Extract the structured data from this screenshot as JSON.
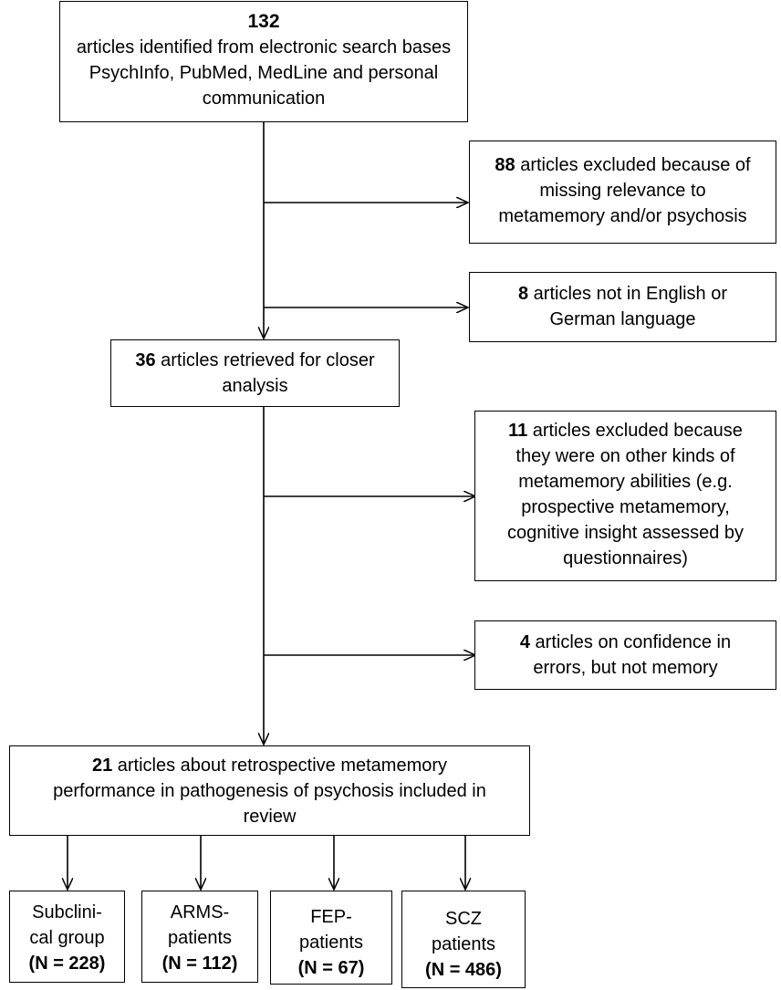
{
  "boxes": {
    "identified": {
      "count": "132",
      "lines": [
        "articles identified from electronic search bases",
        "PsychInfo, PubMed,  MedLine and personal",
        "communication"
      ]
    },
    "excluded_relevance": {
      "count": "88",
      "lines": [
        " articles excluded because of",
        "missing relevance to",
        "metamemory  and/or psychosis"
      ]
    },
    "excluded_language": {
      "count": "8",
      "lines": [
        " articles not in English or",
        "German language"
      ]
    },
    "retrieved": {
      "count": "36",
      "lines": [
        " articles retrieved for closer",
        "analysis"
      ]
    },
    "excluded_other": {
      "count": "11",
      "lines": [
        " articles excluded because",
        "they were on other  kinds of",
        "metamemory  abilities (e.g.",
        "prospective metamemory,",
        "cognitive insight assessed by",
        "questionnaires)"
      ]
    },
    "excluded_confidence": {
      "count": "4",
      "lines": [
        " articles on confidence in",
        "errors, but not memory"
      ]
    },
    "included": {
      "count": "21",
      "lines": [
        " articles about retrospective metamemory",
        "performance  in pathogenesis of psychosis included in",
        "review"
      ]
    }
  },
  "groups": [
    {
      "lines": [
        "Subclini-",
        "cal group"
      ],
      "n": "(N = 228)"
    },
    {
      "lines": [
        "ARMS-",
        "patients"
      ],
      "n": "(N = 112)"
    },
    {
      "lines": [
        "FEP-",
        "patients"
      ],
      "n": "(N = 67)"
    },
    {
      "lines": [
        "SCZ",
        "patients"
      ],
      "n": "(N = 486)"
    }
  ]
}
